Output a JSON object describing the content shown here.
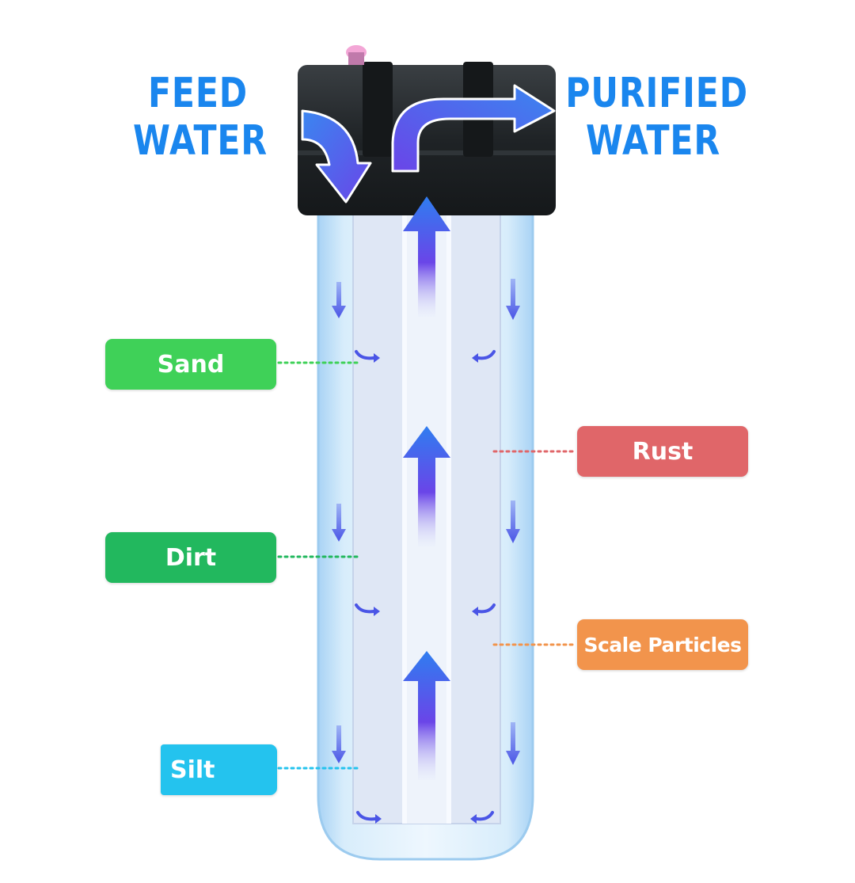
{
  "headings": {
    "feed_line1": "FEED",
    "feed_line2": "WATER",
    "purified_line1": "PURIFIED",
    "purified_line2": "WATER"
  },
  "labels": {
    "sand": "Sand",
    "dirt": "Dirt",
    "silt": "Silt",
    "rust": "Rust",
    "scale": "Scale Particles"
  },
  "colors": {
    "heading": "#1a86ee",
    "sand": "#3fd158",
    "dirt": "#22b85e",
    "silt": "#24c3ee",
    "rust": "#e06669",
    "scale": "#f2944c",
    "arrow_blue": "#2f7df0",
    "arrow_purple": "#6a45e8",
    "housing": "#222628",
    "bowl": "#bfe0f7"
  },
  "icons": {
    "feed_arrow": "curved-down-arrow-icon",
    "purified_arrow": "curved-right-arrow-icon",
    "center_flow": "up-arrow-icon",
    "side_flow": "down-arrow-icon",
    "radial_flow": "curved-inward-arrow-icon"
  }
}
